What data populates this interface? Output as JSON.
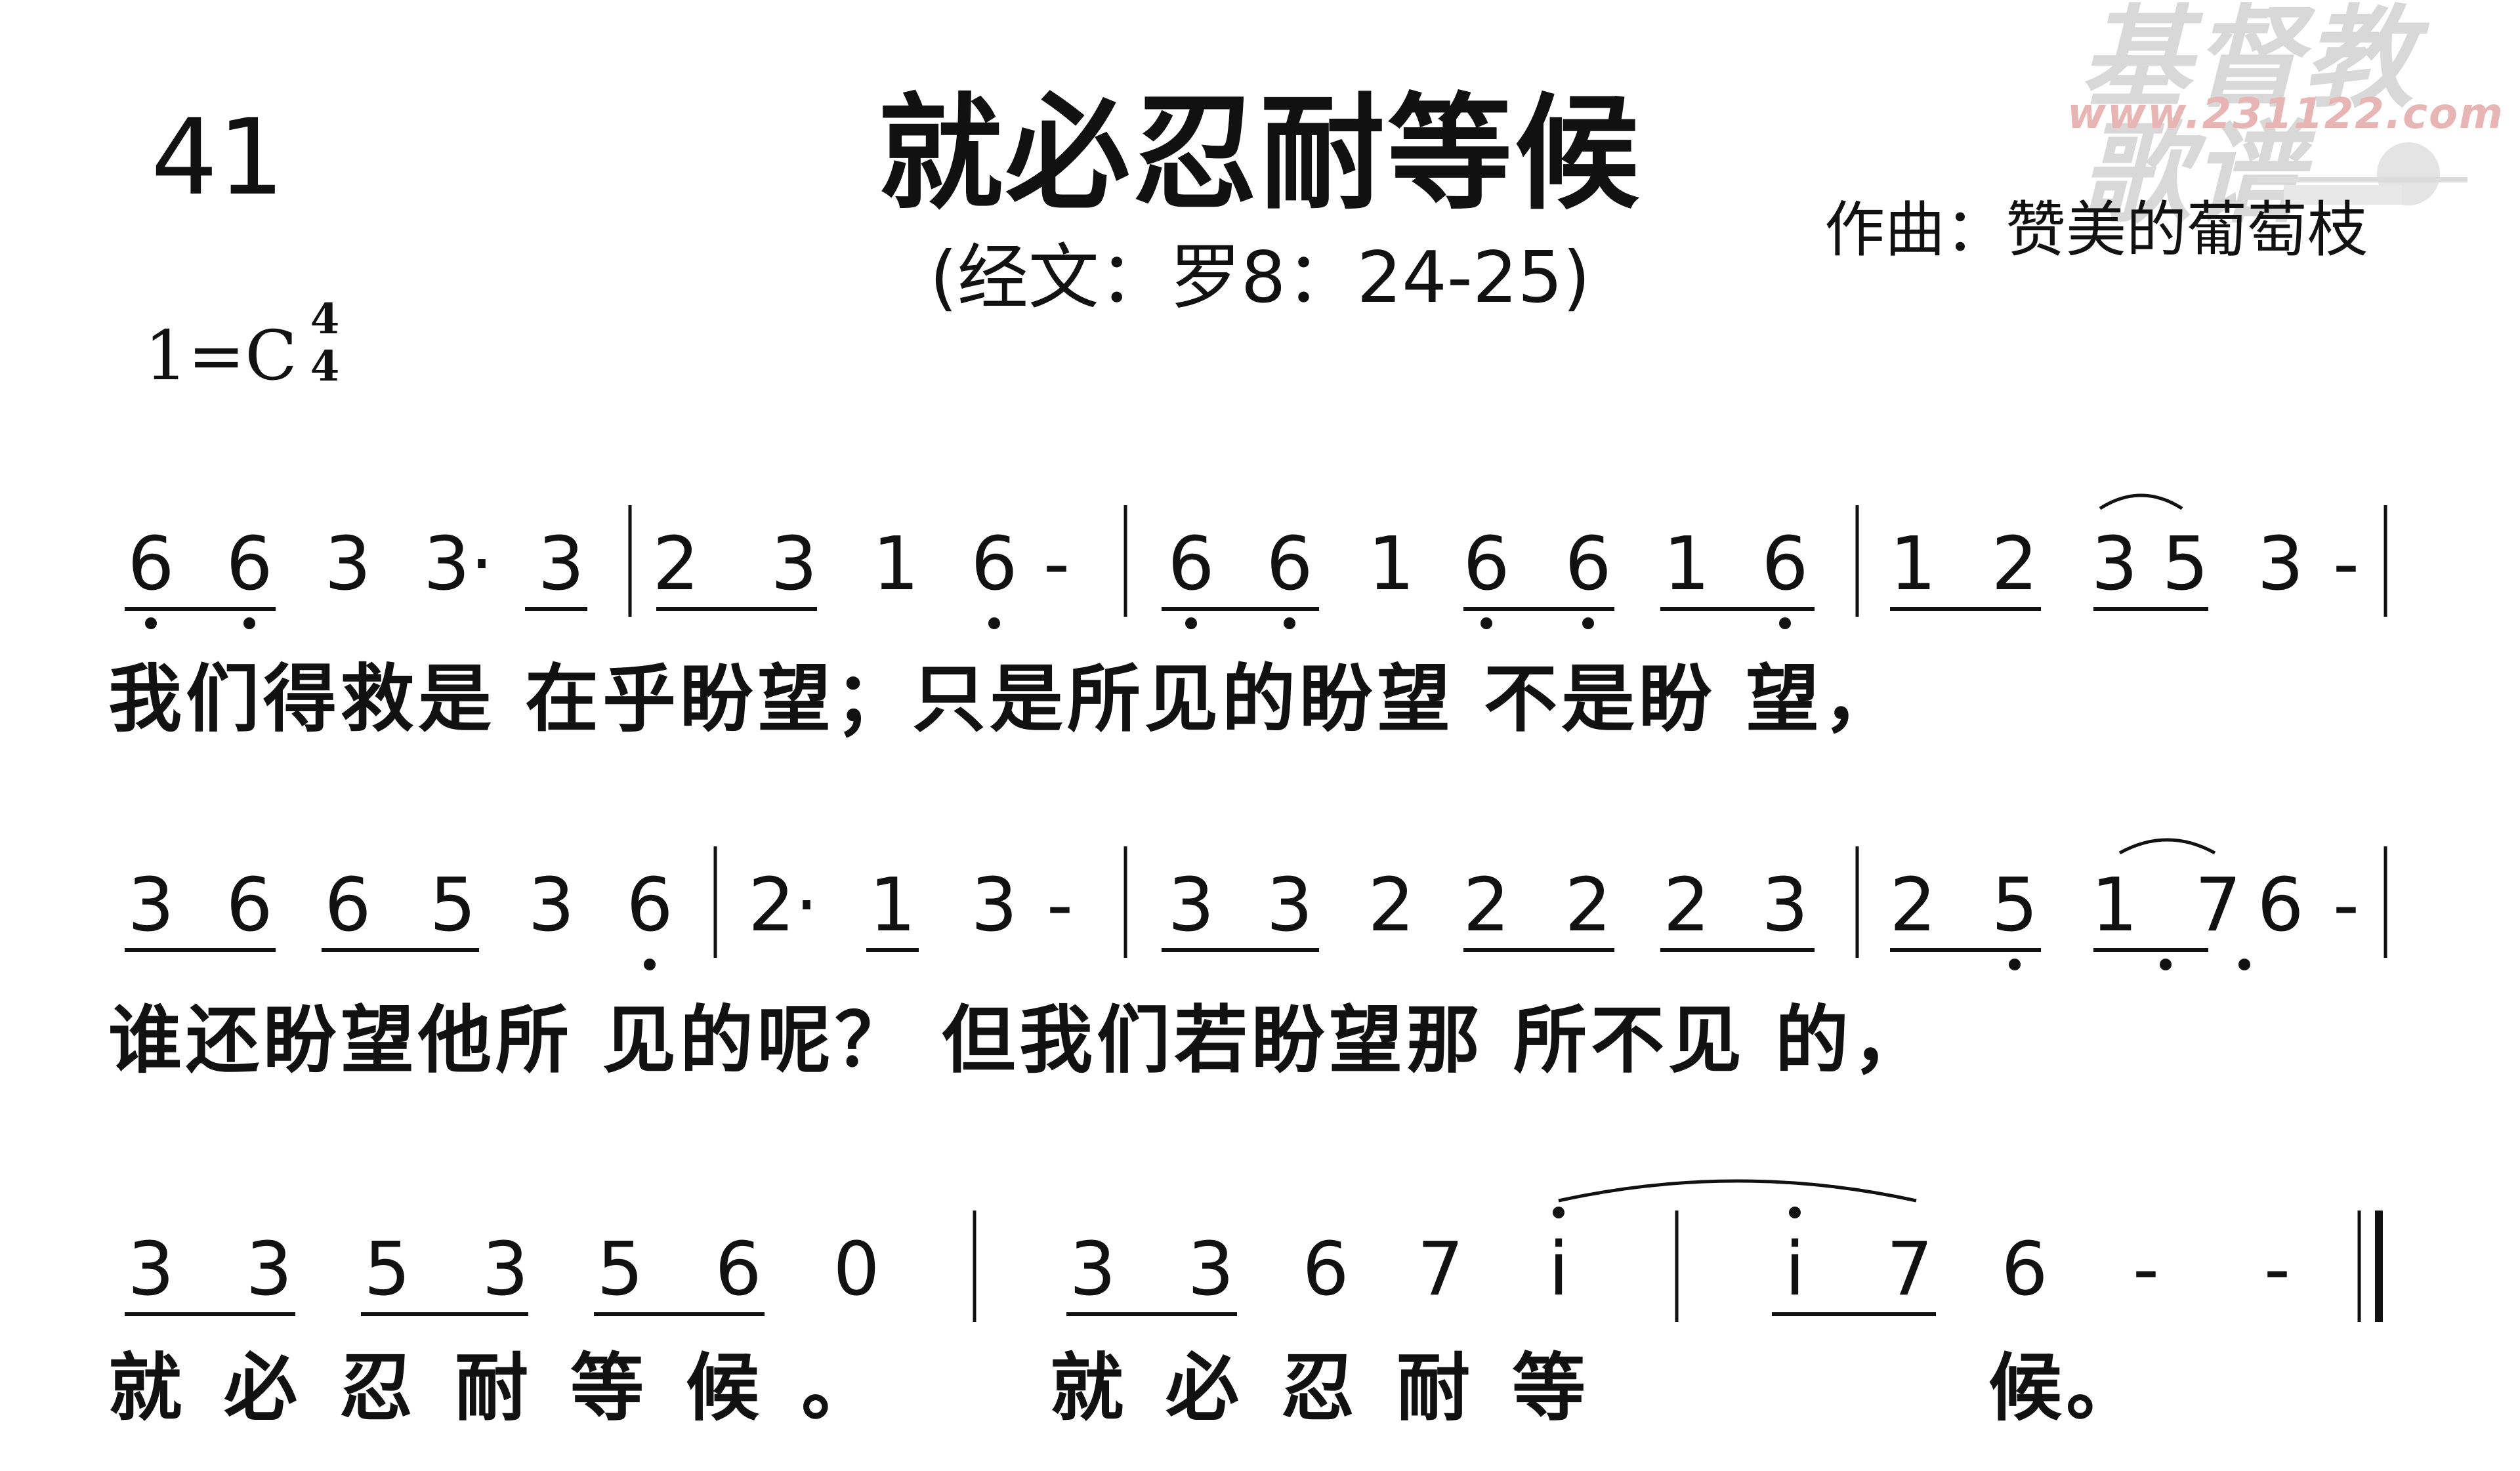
{
  "header": {
    "number": "41",
    "title": "就必忍耐等候",
    "subtitle": "(经文：罗8：24-25)",
    "composer": "作曲：赞美的葡萄枝",
    "key": "1=C",
    "time_top": "4",
    "time_bottom": "4"
  },
  "watermark": {
    "main": "基督教歌谱",
    "url": "www.231122.com",
    "logo_icon": "kuan-logo-icon"
  },
  "lines": [
    {
      "notes": [
        "6",
        "6",
        "3",
        "3·",
        "3",
        "2",
        "3",
        "1",
        "6",
        "-",
        "6",
        "6",
        "1",
        "6",
        "6",
        "1",
        "6",
        "1",
        "2",
        "3",
        "5",
        "3",
        "-"
      ],
      "lyrics": "我们得救是 在乎盼望；只是所见的盼望 不是盼 望，"
    },
    {
      "notes": [
        "3",
        "6",
        "6",
        "5",
        "3",
        "6",
        "2·",
        "1",
        "3",
        "-",
        "3",
        "3",
        "2",
        "2",
        "2",
        "2",
        "3",
        "2",
        "5",
        "1",
        "7",
        "6",
        "-"
      ],
      "lyrics": "谁还盼望他所 见的呢？ 但我们若盼望那 所不见 的，"
    },
    {
      "notes": [
        "3",
        "3",
        "5",
        "3",
        "5",
        "6",
        "0",
        "3",
        "3",
        "6",
        "7",
        "i",
        "i",
        "7",
        "6",
        "-",
        "-"
      ],
      "lyrics": [
        "就必忍耐等候。",
        "就必忍耐等",
        "候。"
      ]
    }
  ],
  "colors": {
    "ink": "#111111",
    "watermark_gray": "#d8d8d8",
    "watermark_red": "#e8b5b5"
  }
}
